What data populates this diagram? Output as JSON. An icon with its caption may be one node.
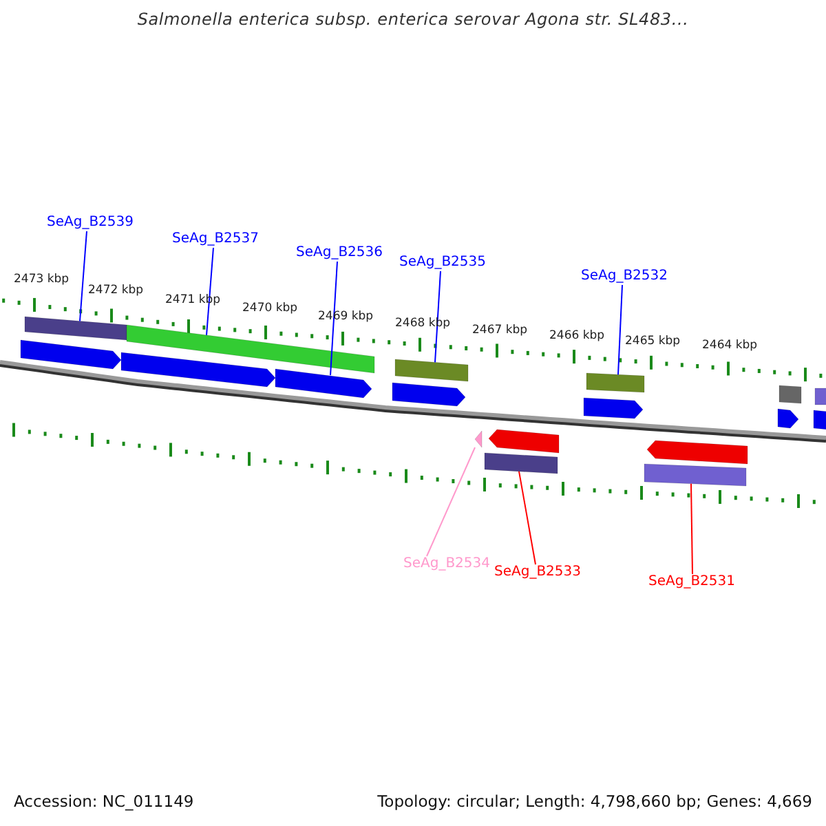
{
  "diagram": {
    "title": "Salmonella enterica subsp. enterica serovar Agona str. SL483...",
    "nodes": [
      {
        "text": [
          "SeAg_B2539"
        ]
      },
      {
        "text": [
          "SeAg_B2537"
        ]
      },
      {
        "text": [
          "SeAg_B2536"
        ]
      },
      {
        "text": [
          "SeAg_B2535"
        ]
      },
      {
        "text": [
          "SeAg_B2532"
        ]
      },
      {
        "text": [
          "SeAg_B2534"
        ]
      },
      {
        "text": [
          "SeAg_B2533"
        ]
      },
      {
        "text": [
          "SeAg_B2531"
        ]
      },
      {
        "text": [],
        "shape": "bar"
      },
      {
        "text": [],
        "shape": "bar"
      },
      {
        "text": [],
        "shape": "bar"
      },
      {
        "text": [],
        "shape": "bar"
      },
      {
        "text": [],
        "shape": "bar"
      },
      {
        "text": [],
        "shape": "bar"
      },
      {
        "text": [],
        "shape": "pentagon"
      },
      {
        "text": [],
        "shape": "pentagon"
      },
      {
        "text": [],
        "shape": "pentagon"
      },
      {
        "text": [],
        "shape": "pentagon"
      },
      {
        "text": [],
        "shape": "pentagon"
      },
      {
        "text": [],
        "shape": "pentagon"
      },
      {
        "text": [],
        "shape": "bar"
      },
      {
        "text": [],
        "shape": "pentagon"
      },
      {
        "text": [],
        "shape": "pentagon"
      },
      {
        "text": [],
        "shape": "pentagon"
      },
      {
        "text": [],
        "shape": "bar"
      },
      {
        "text": [],
        "shape": "bar"
      }
    ],
    "edges": [
      {
        "from": 0,
        "to": 8,
        "arrow": "none"
      },
      {
        "from": 1,
        "to": 9,
        "arrow": "none"
      },
      {
        "from": 2,
        "to": 16,
        "arrow": "none"
      },
      {
        "from": 3,
        "to": 10,
        "arrow": "none"
      },
      {
        "from": 4,
        "to": 11,
        "arrow": "none"
      },
      {
        "from": 5,
        "to": 23,
        "arrow": "none",
        "color": "#ff99cc"
      },
      {
        "from": 6,
        "to": 24,
        "arrow": "none",
        "color": "#ff0000"
      },
      {
        "from": 7,
        "to": 25,
        "arrow": "none",
        "color": "#ff0000"
      }
    ],
    "labels": [
      "2473 kbp",
      "2472 kbp",
      "2471 kbp",
      "2470 kbp",
      "2469 kbp",
      "2468 kbp",
      "2467 kbp",
      "2466 kbp",
      "2465 kbp",
      "2464 kbp",
      "Accession: NC_011149",
      "Topology: circular; Length: 4,798,660 bp; Genes: 4,669"
    ]
  }
}
